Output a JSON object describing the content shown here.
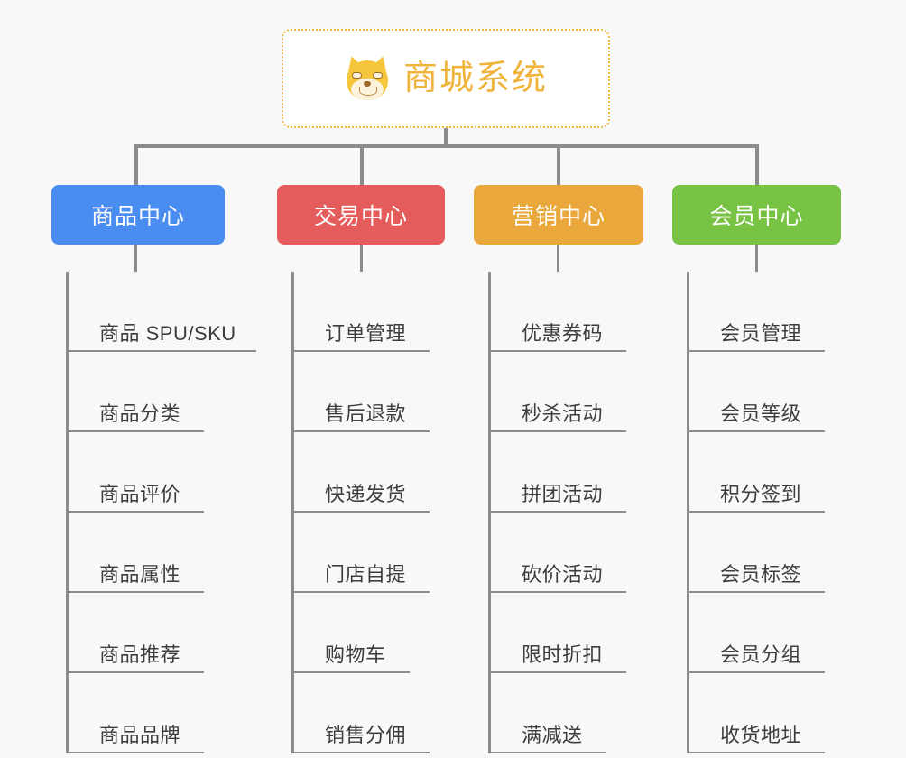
{
  "diagram": {
    "type": "mindmap-org-chart",
    "background_color": "#f8f8f8",
    "root": {
      "title": "商城系统",
      "icon": "shiba-dog-face-icon",
      "border_color": "#f0b93a",
      "text_color": "#f0b33c"
    },
    "branches": [
      {
        "title": "商品中心",
        "color": "#4a8df0",
        "items": [
          {
            "label": "商品 SPU/SKU",
            "rule_width": 208
          },
          {
            "label": "商品分类",
            "rule_width": 150
          },
          {
            "label": "商品评价",
            "rule_width": 150
          },
          {
            "label": "商品属性",
            "rule_width": 150
          },
          {
            "label": "商品推荐",
            "rule_width": 150
          },
          {
            "label": "商品品牌",
            "rule_width": 150
          }
        ]
      },
      {
        "title": "交易中心",
        "color": "#e55c5c",
        "items": [
          {
            "label": "订单管理",
            "rule_width": 150
          },
          {
            "label": "售后退款",
            "rule_width": 150
          },
          {
            "label": "快递发货",
            "rule_width": 150
          },
          {
            "label": "门店自提",
            "rule_width": 150
          },
          {
            "label": "购物车",
            "rule_width": 128
          },
          {
            "label": "销售分佣",
            "rule_width": 150
          }
        ]
      },
      {
        "title": "营销中心",
        "color": "#eaa83c",
        "items": [
          {
            "label": "优惠券码",
            "rule_width": 150
          },
          {
            "label": "秒杀活动",
            "rule_width": 150
          },
          {
            "label": "拼团活动",
            "rule_width": 150
          },
          {
            "label": "砍价活动",
            "rule_width": 150
          },
          {
            "label": "限时折扣",
            "rule_width": 150
          },
          {
            "label": "满减送",
            "rule_width": 128
          }
        ]
      },
      {
        "title": "会员中心",
        "color": "#78c343",
        "items": [
          {
            "label": "会员管理",
            "rule_width": 150
          },
          {
            "label": "会员等级",
            "rule_width": 150
          },
          {
            "label": "积分签到",
            "rule_width": 150
          },
          {
            "label": "会员标签",
            "rule_width": 150
          },
          {
            "label": "会员分组",
            "rule_width": 150
          },
          {
            "label": "收货地址",
            "rule_width": 150
          }
        ]
      }
    ]
  }
}
